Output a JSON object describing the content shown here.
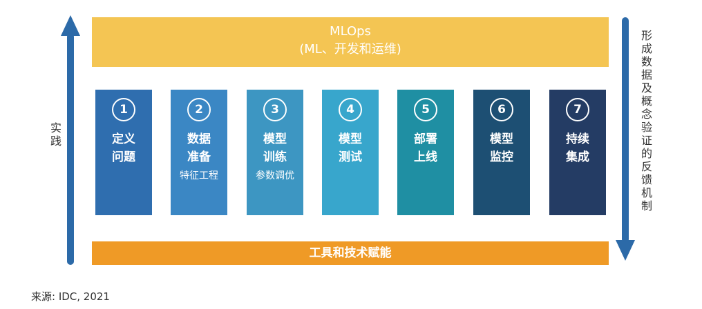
{
  "top_banner": {
    "title": "MLOps",
    "subtitle": "(ML、开发和运维)",
    "color": "#f4c553"
  },
  "bottom_banner": {
    "label": "工具和技术赋能",
    "color": "#ef9a26"
  },
  "left_axis": {
    "label": "实践",
    "arrow_direction": "up",
    "arrow_color": "#2c6aa8"
  },
  "right_axis": {
    "label": "形成数据及概念验证的反馈机制",
    "arrow_direction": "down",
    "arrow_color": "#2c6aa8"
  },
  "steps": [
    {
      "number": "1",
      "title": "定义问题",
      "subtitle": "",
      "color": "#2f6eaf"
    },
    {
      "number": "2",
      "title": "数据准备",
      "subtitle": "特征工程",
      "color": "#3b87c4"
    },
    {
      "number": "3",
      "title": "模型训练",
      "subtitle": "参数调优",
      "color": "#3d96c2"
    },
    {
      "number": "4",
      "title": "模型测试",
      "subtitle": "",
      "color": "#38a6cc"
    },
    {
      "number": "5",
      "title": "部署上线",
      "subtitle": "",
      "color": "#1f8fa3"
    },
    {
      "number": "6",
      "title": "模型监控",
      "subtitle": "",
      "color": "#1d4f73"
    },
    {
      "number": "7",
      "title": "持续集成",
      "subtitle": "",
      "color": "#243c64"
    }
  ],
  "source": "来源: IDC, 2021"
}
